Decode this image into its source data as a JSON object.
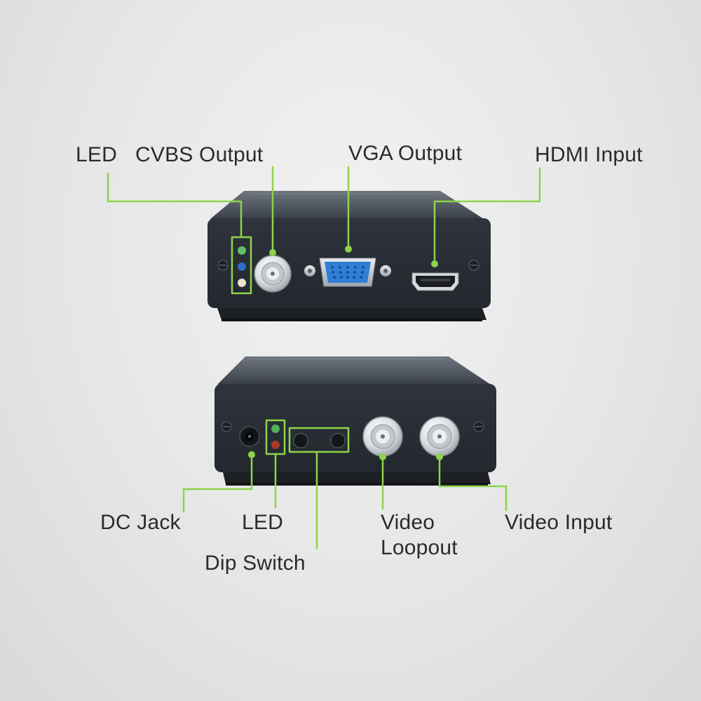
{
  "diagram": {
    "accent_color": "#8dd44a",
    "device_color": "#2b3038",
    "labels": {
      "top": {
        "led": "LED",
        "cvbs_output": "CVBS Output",
        "vga_output": "VGA Output",
        "hdmi_input": "HDMI Input"
      },
      "bottom": {
        "dc_jack": "DC Jack",
        "led": "LED",
        "dip_switch": "Dip Switch",
        "video_loopout_line1": "Video",
        "video_loopout_line2": "Loopout",
        "video_input": "Video Input"
      }
    },
    "icons": {
      "led_indicators": "led-indicator-icons",
      "bnc_connector": "bnc-connector-icon",
      "vga_port": "vga-port-icon",
      "hdmi_port": "hdmi-port-icon",
      "dc_jack": "dc-jack-icon",
      "dip_switch": "dip-switch-icon"
    }
  }
}
